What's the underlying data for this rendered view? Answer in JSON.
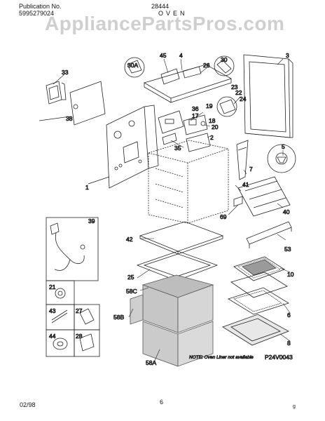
{
  "header": {
    "publication_label": "Publication No.",
    "publication_number": "5995279024",
    "model": "28444",
    "section": "OVEN"
  },
  "watermark": "AppliancePartsPros.com",
  "labels": {
    "p1": "1",
    "p2": "2",
    "p3": "3",
    "p4": "4",
    "p5": "5",
    "p6": "6",
    "p7": "7",
    "p8": "8",
    "p10": "10",
    "p17": "17",
    "p18": "18",
    "p19": "19",
    "p20": "20",
    "p21": "21",
    "p22": "22",
    "p23": "23",
    "p24": "24",
    "p25": "25",
    "p26": "26",
    "p27": "27",
    "p28": "28",
    "p30": "30",
    "p30a": "30A",
    "p33": "33",
    "p35": "35",
    "p36": "36",
    "p38": "38",
    "p39": "39",
    "p40": "40",
    "p41": "41",
    "p42": "42",
    "p43": "43",
    "p44": "44",
    "p45": "45",
    "p53": "53",
    "p58a": "58A",
    "p58b": "58B",
    "p58c": "58C",
    "p69": "69"
  },
  "note": "NOTE: Oven Liner not available",
  "figure_code": "P24V0043",
  "footer": {
    "date": "02/98",
    "page": "6",
    "mark": "g"
  }
}
